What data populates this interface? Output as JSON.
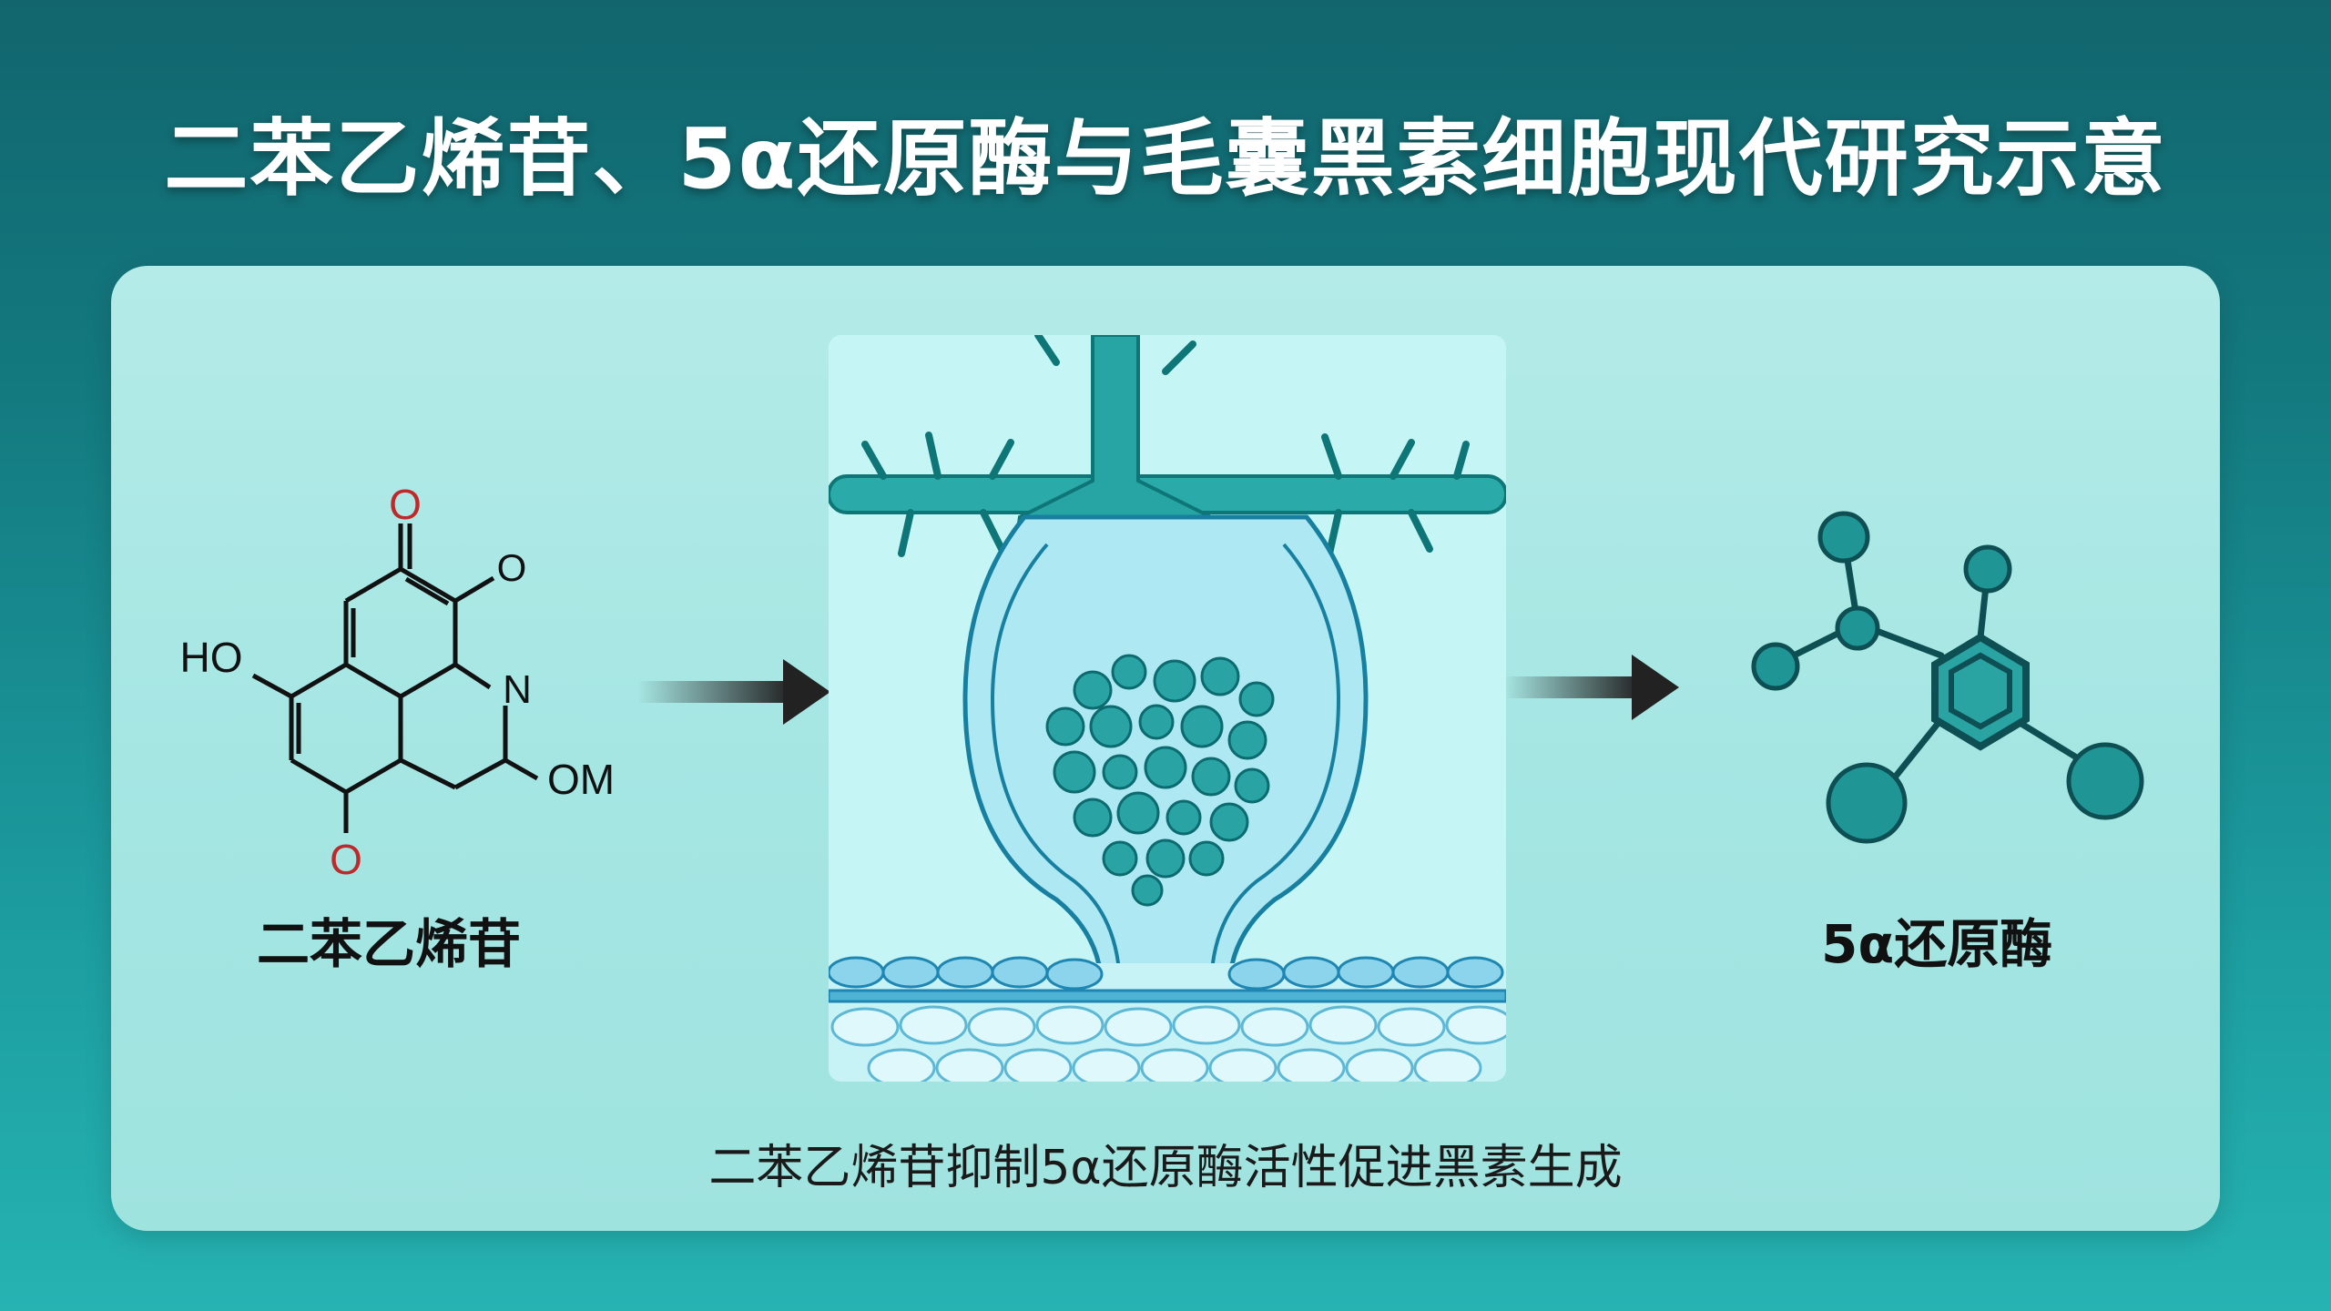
{
  "title": "二苯乙烯苷、5α还原酶与毛囊黑素细胞现代研究示意",
  "left": {
    "label": "二苯乙烯苷",
    "atoms": {
      "o_top": "O",
      "o_right": "O",
      "ho": "HO",
      "n": "N",
      "om": "OM",
      "o_bottom": "O"
    }
  },
  "right": {
    "label": "5α还原酶"
  },
  "caption": "二苯乙烯苷抑制5α还原酶活性促进黑素生成",
  "colors": {
    "teal": "#1c9898",
    "teal_dark": "#0e6e6e",
    "oxygen_red": "#c0282a",
    "panel": "#a5e6e3"
  }
}
